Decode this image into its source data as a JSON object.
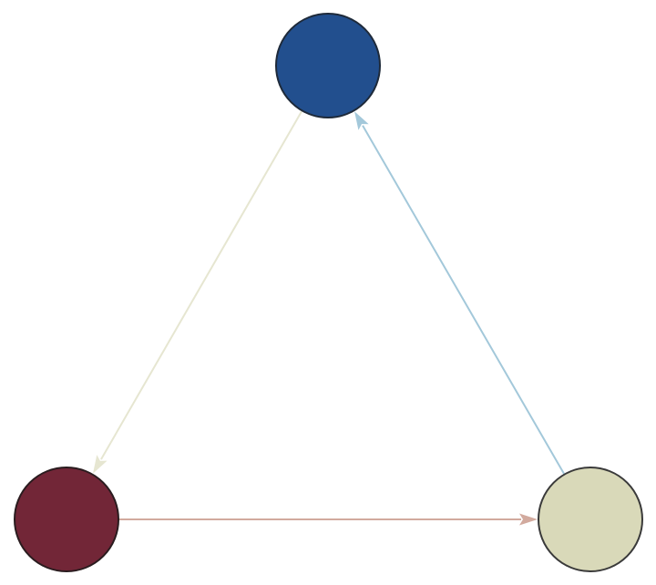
{
  "diagram": {
    "type": "directed-graph",
    "background": "#ffffff",
    "nodes": [
      {
        "id": "top",
        "fill": "#224f8e",
        "stroke": "#1e2a3a"
      },
      {
        "id": "left",
        "fill": "#722637",
        "stroke": "#2a1c1f"
      },
      {
        "id": "right",
        "fill": "#d9d9b9",
        "stroke": "#3a3a3a"
      }
    ],
    "edges": [
      {
        "from": "top",
        "to": "left",
        "color": "#e6e6d1"
      },
      {
        "from": "left",
        "to": "right",
        "color": "#d2aa9e"
      },
      {
        "from": "right",
        "to": "top",
        "color": "#a3c8da"
      }
    ]
  }
}
